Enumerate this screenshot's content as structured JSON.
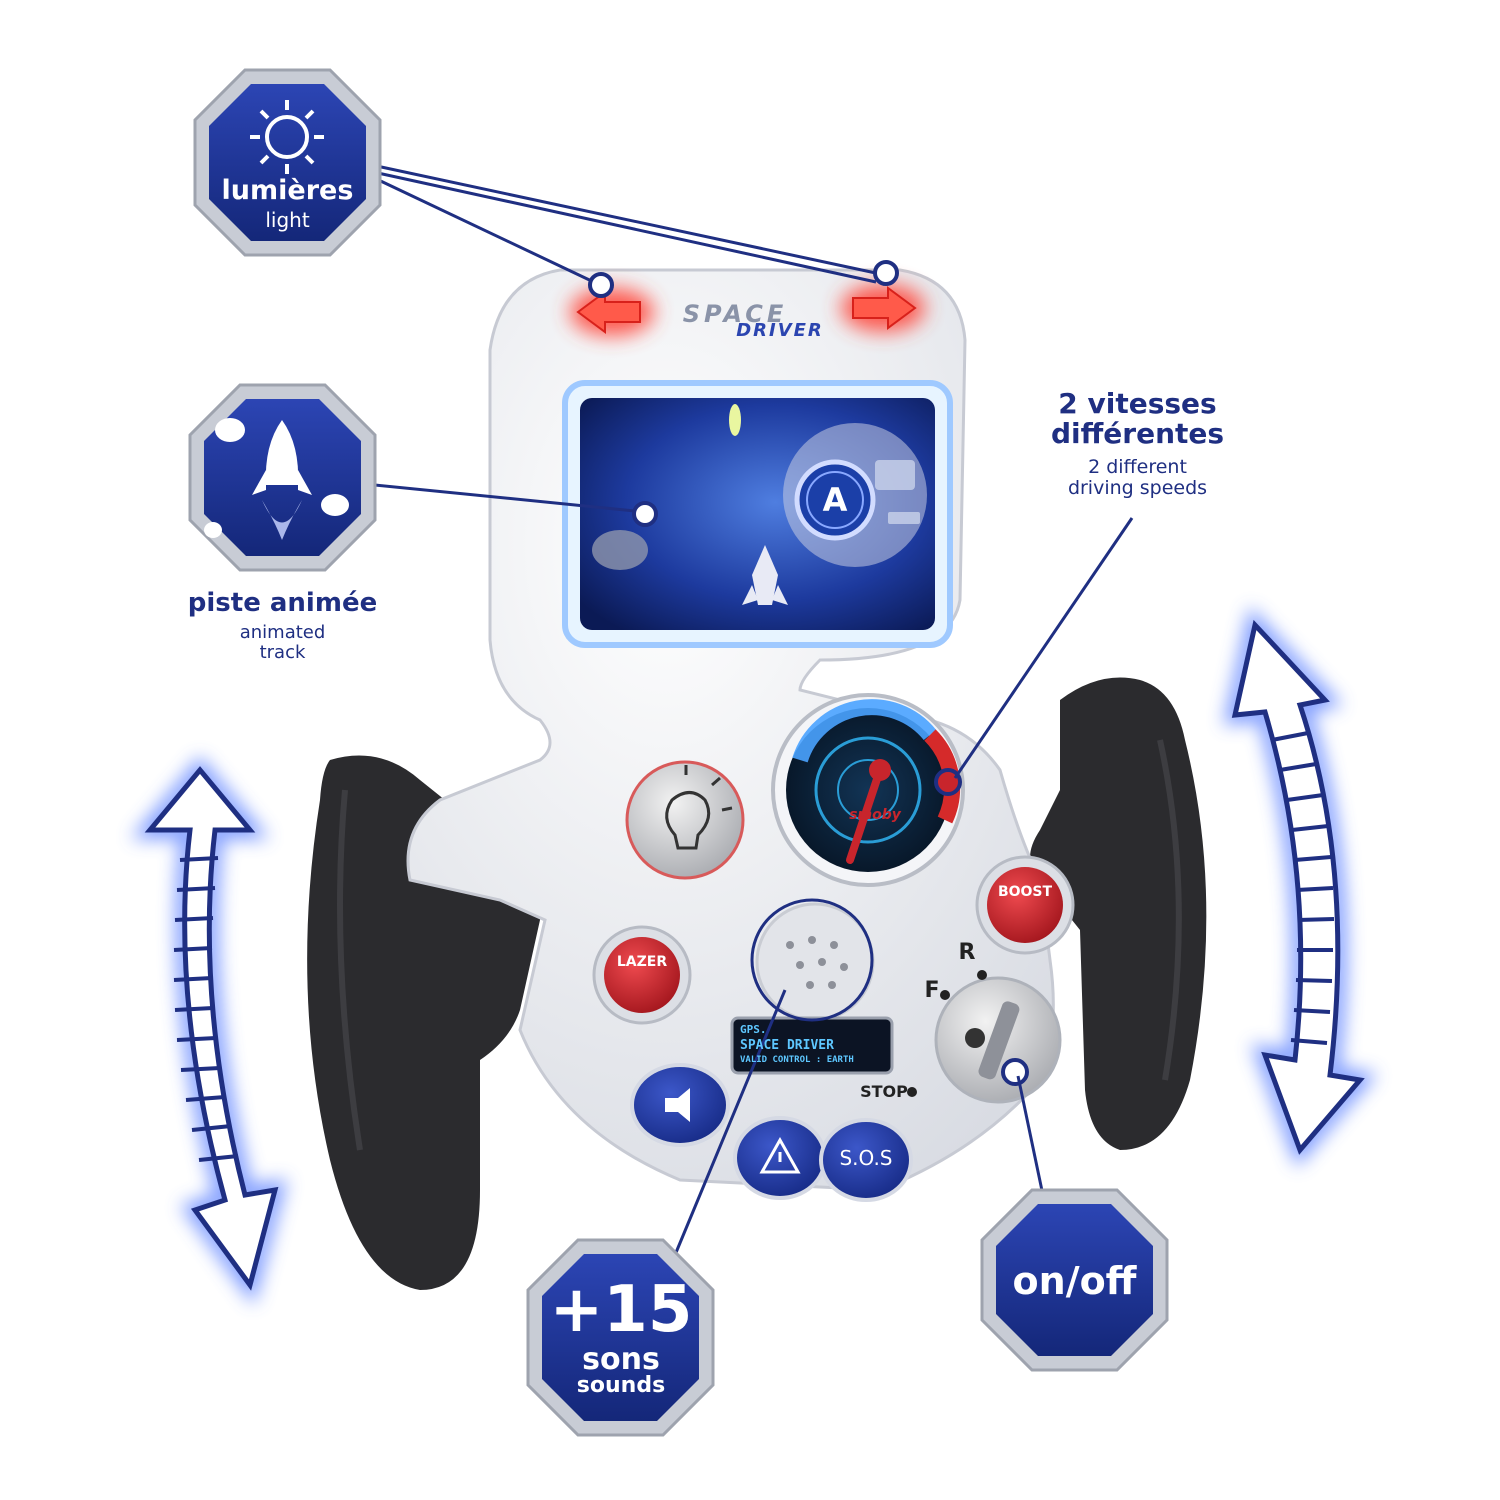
{
  "colors": {
    "navy": "#1f2f82",
    "badge_fill": "#1c3191",
    "badge_ring": "#c9ccd6",
    "toy_white": "#f3f4f7",
    "grip_black": "#2b2b2e",
    "red_button": "#c8252c",
    "glow_red": "#ff4a3d",
    "screen_blue": "#2b4eb8"
  },
  "toy": {
    "logo_top": "SPACE",
    "logo_bottom": "DRIVER",
    "lazer_label": "LAZER",
    "boost_label": "BOOST",
    "sos_label": "S.O.S",
    "stop_label": "STOP",
    "gear_f": "F",
    "gear_r": "R",
    "gauge_brand": "smoby",
    "screen_emblem": "A",
    "display_lines": [
      "GPS.",
      "SPACE DRIVER",
      "VALID CONTROL : EARTH"
    ]
  },
  "callouts": {
    "lights": {
      "title": "lumières",
      "subtitle": "light",
      "icon": "sun-icon"
    },
    "track": {
      "title": "piste animée",
      "subtitle_line1": "animated",
      "subtitle_line2": "track",
      "icon": "rocket-icon"
    },
    "speeds": {
      "title_line1": "2 vitesses",
      "title_line2": "différentes",
      "subtitle_line1": "2 different",
      "subtitle_line2": "driving speeds"
    },
    "sounds": {
      "number": "+15",
      "title": "sons",
      "subtitle": "sounds"
    },
    "power": {
      "title": "on/off"
    }
  }
}
